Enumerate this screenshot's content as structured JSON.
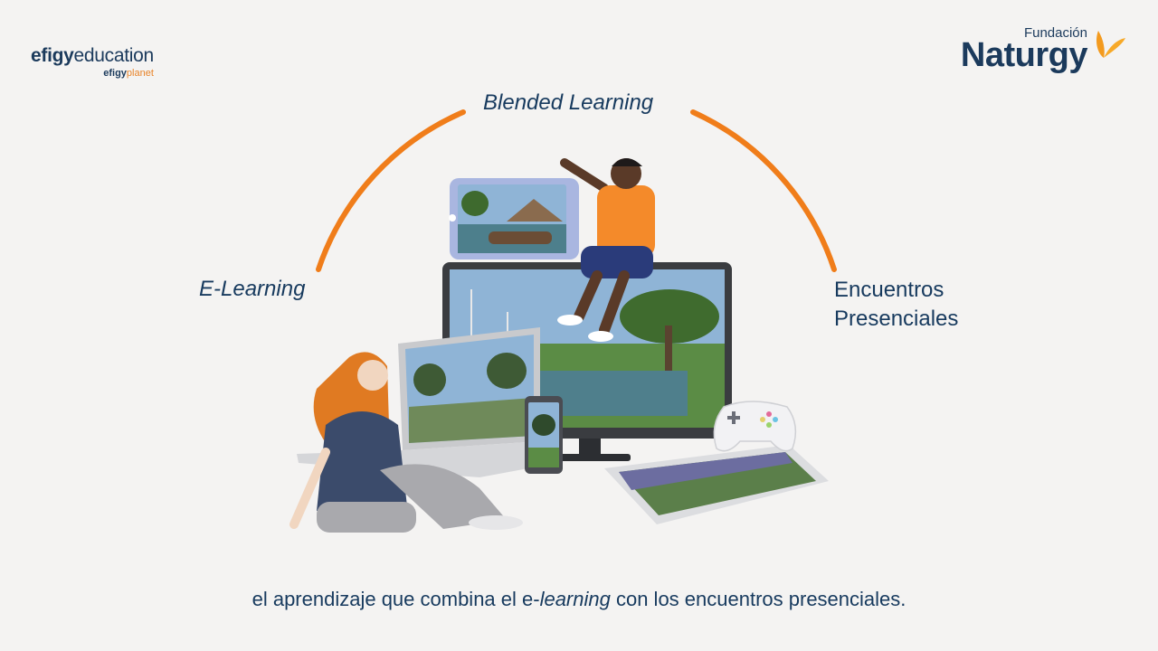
{
  "logos": {
    "left_brand_bold": "efigy",
    "left_brand_rest": "education",
    "left_sub_bold": "efigy",
    "left_sub_rest": "planet",
    "right_small": "Fundación",
    "right_main": "Naturgy"
  },
  "labels": {
    "top": "Blended Learning",
    "left": "E-Learning",
    "right_line1": "Encuentros",
    "right_line2": "Presenciales"
  },
  "caption": {
    "before": "el aprendizaje que combina el e-",
    "italic": "learning",
    "after": " con los encuentros presenciales."
  },
  "colors": {
    "arc": "#f07d1a",
    "text": "#173a5e",
    "background": "#f4f3f2"
  }
}
